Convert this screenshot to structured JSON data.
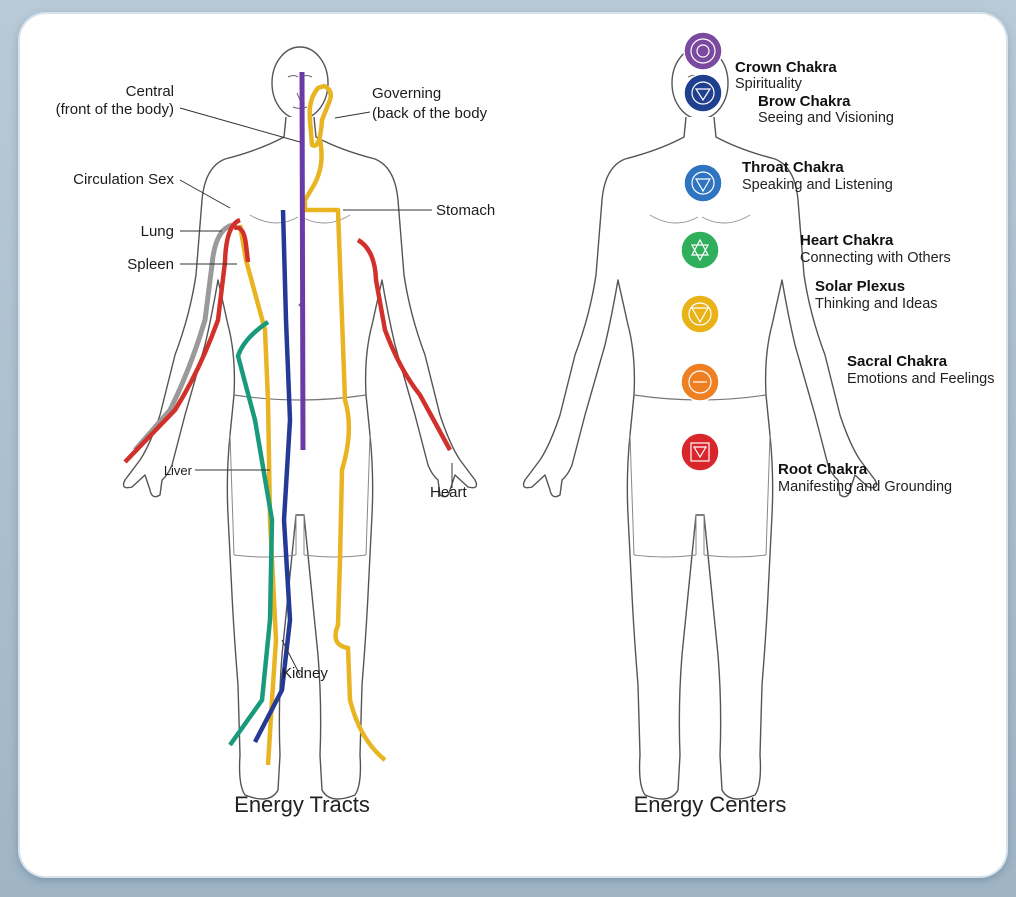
{
  "captions": {
    "left": "Energy Tracts",
    "right": "Energy Centers"
  },
  "tracts": {
    "central_1": "Central",
    "central_2": "(front of the body)",
    "governing_1": "Governing",
    "governing_2": "(back of the body",
    "circulation_sex": "Circulation Sex",
    "lung": "Lung",
    "spleen": "Spleen",
    "stomach": "Stomach",
    "liver": "Liver",
    "heart": "Heart",
    "kidney": "Kidney"
  },
  "chakras": [
    {
      "name": "Crown Chakra",
      "desc": "Spirituality",
      "color": "#7b4aa0"
    },
    {
      "name": "Brow Chakra",
      "desc": "Seeing and Visioning",
      "color": "#1f3f8f"
    },
    {
      "name": "Throat Chakra",
      "desc": "Speaking and Listening",
      "color": "#2f74c0"
    },
    {
      "name": "Heart Chakra",
      "desc": "Connecting with Others",
      "color": "#2fae5c"
    },
    {
      "name": "Solar Plexus",
      "desc": "Thinking and Ideas",
      "color": "#e9b217"
    },
    {
      "name": "Sacral Chakra",
      "desc": "Emotions and Feelings",
      "color": "#ee7f22"
    },
    {
      "name": "Root Chakra",
      "desc": "Manifesting and Grounding",
      "color": "#d8262b"
    }
  ],
  "meridian_colors": {
    "central": "#6a3aa6",
    "governing": "#e8b421",
    "circulation_sex": "#9a9a9a",
    "lung": "#d2302a",
    "stomach": "#e8b421",
    "liver": "#1a9a7c",
    "kidney": "#253a96",
    "heart": "#d2302a"
  }
}
